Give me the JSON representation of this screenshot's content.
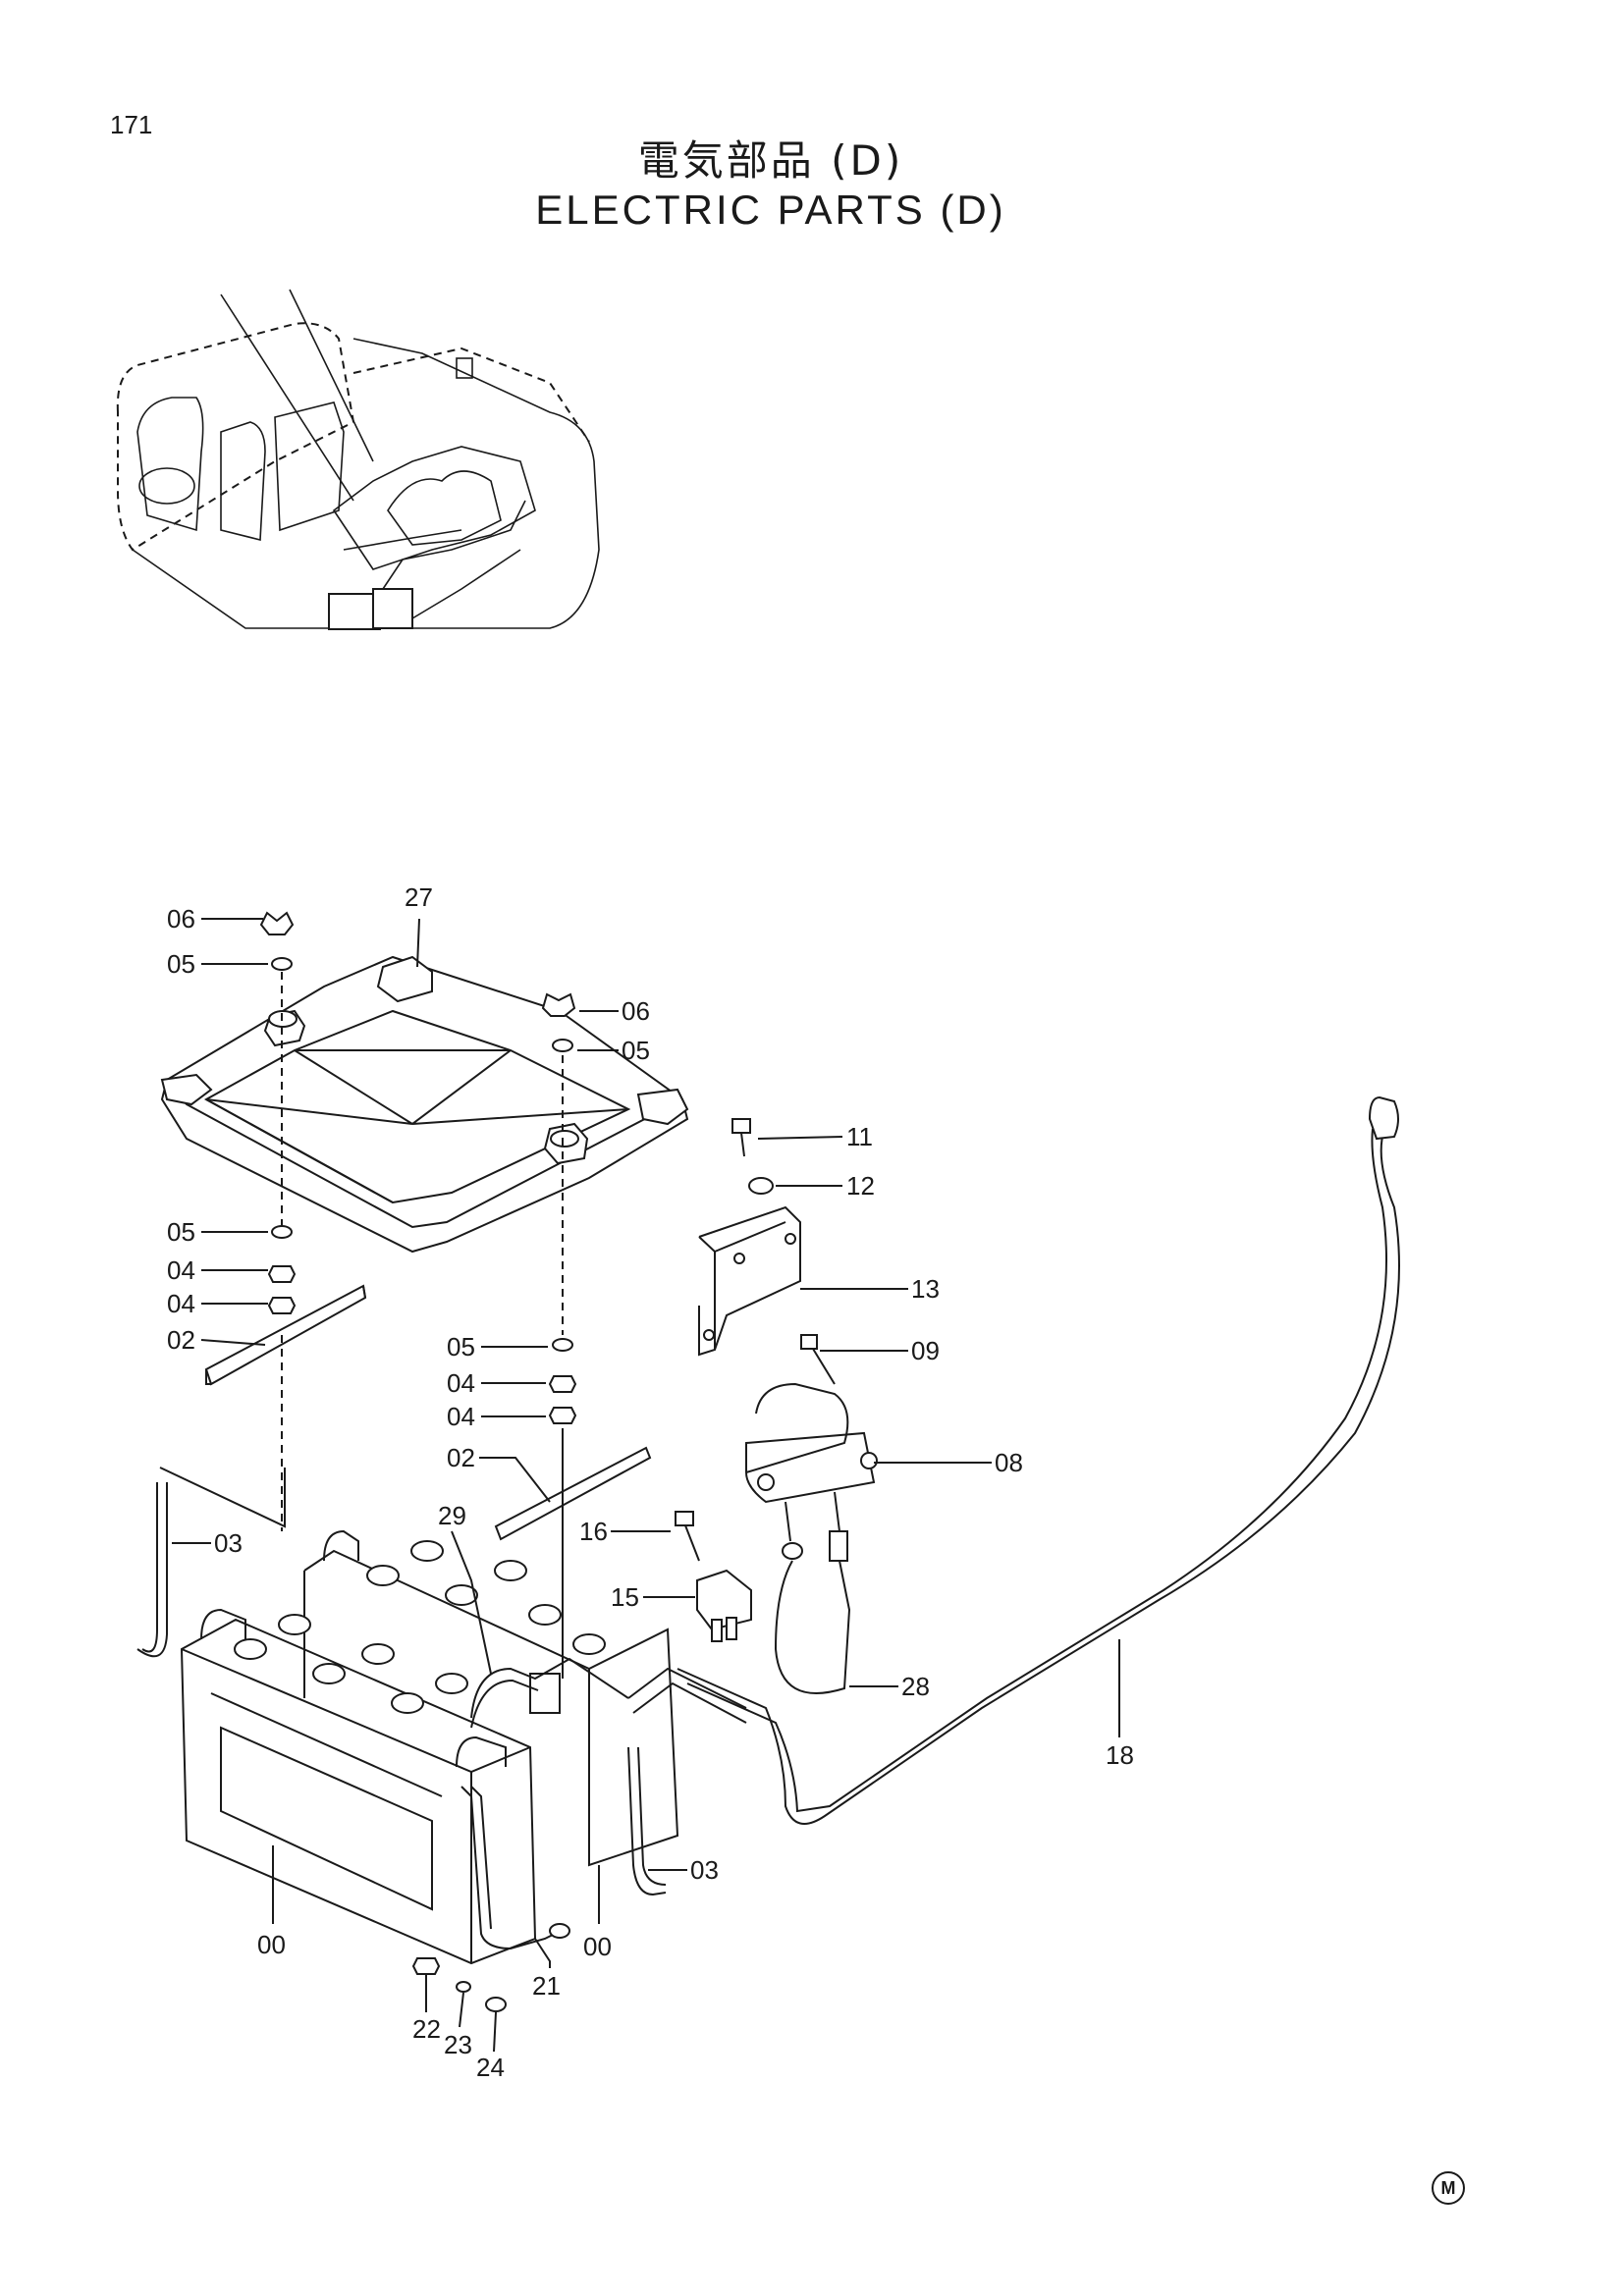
{
  "page_number": "171",
  "title_jp": "電気部品 (D)",
  "title_en": "ELECTRIC PARTS (D)",
  "maker_mark": "M",
  "callouts": [
    {
      "id": "c27",
      "label": "27"
    },
    {
      "id": "c06a",
      "label": "06"
    },
    {
      "id": "c05a",
      "label": "05"
    },
    {
      "id": "c06b",
      "label": "06"
    },
    {
      "id": "c05b",
      "label": "05"
    },
    {
      "id": "c05c",
      "label": "05"
    },
    {
      "id": "c04a",
      "label": "04"
    },
    {
      "id": "c04b",
      "label": "04"
    },
    {
      "id": "c02a",
      "label": "02"
    },
    {
      "id": "c05d",
      "label": "05"
    },
    {
      "id": "c04c",
      "label": "04"
    },
    {
      "id": "c04d",
      "label": "04"
    },
    {
      "id": "c02b",
      "label": "02"
    },
    {
      "id": "c03a",
      "label": "03"
    },
    {
      "id": "c29",
      "label": "29"
    },
    {
      "id": "c16",
      "label": "16"
    },
    {
      "id": "c15",
      "label": "15"
    },
    {
      "id": "c11",
      "label": "11"
    },
    {
      "id": "c12",
      "label": "12"
    },
    {
      "id": "c13",
      "label": "13"
    },
    {
      "id": "c09",
      "label": "09"
    },
    {
      "id": "c08",
      "label": "08"
    },
    {
      "id": "c28",
      "label": "28"
    },
    {
      "id": "c18",
      "label": "18"
    },
    {
      "id": "c03b",
      "label": "03"
    },
    {
      "id": "c00a",
      "label": "00"
    },
    {
      "id": "c00b",
      "label": "00"
    },
    {
      "id": "c21",
      "label": "21"
    },
    {
      "id": "c22",
      "label": "22"
    },
    {
      "id": "c23",
      "label": "23"
    },
    {
      "id": "c24",
      "label": "24"
    }
  ]
}
